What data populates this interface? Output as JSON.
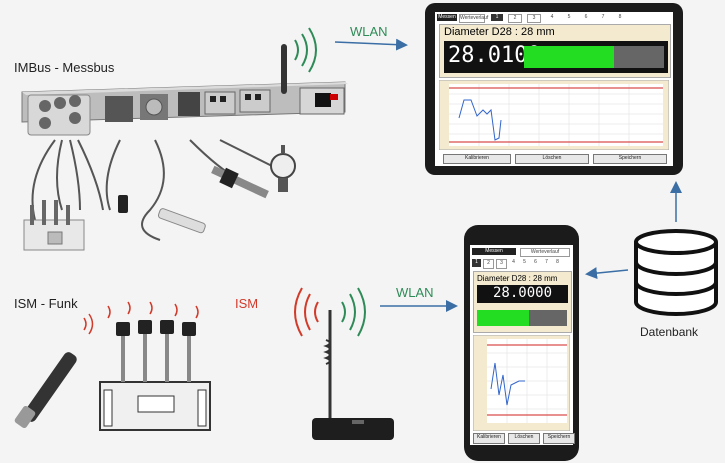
{
  "labels": {
    "imbus": "IMBus - Messbus",
    "ism_funk": "ISM - Funk",
    "ism": "ISM",
    "wlan_top": "WLAN",
    "wlan_bottom": "WLAN",
    "datenbank": "Datenbank"
  },
  "tablet": {
    "tabs": [
      "Messen",
      "Werteverlauf"
    ],
    "pages": [
      "1",
      "2",
      "3",
      "4",
      "5",
      "6",
      "7",
      "8"
    ],
    "title": "Diameter D28 : 28 mm",
    "value": "28.0100",
    "buttons": [
      "Kalibrieren",
      "Löschen",
      "Speichern"
    ]
  },
  "phone": {
    "tabs": [
      "Messen",
      "Werteverlauf"
    ],
    "pages": [
      "1",
      "2",
      "3",
      "4",
      "5",
      "6",
      "7",
      "8"
    ],
    "title": "Diameter D28 : 28 mm",
    "value": "28.0000",
    "buttons": [
      "Kalibrieren",
      "Löschen",
      "Speichern"
    ]
  },
  "colors": {
    "wlan": "#2e8b57",
    "ism": "#d23a2a",
    "arrow": "#3a6ea5",
    "bar_green": "#22dd22",
    "panel_bg": "#f3ead0",
    "limit_red": "#d22020"
  }
}
